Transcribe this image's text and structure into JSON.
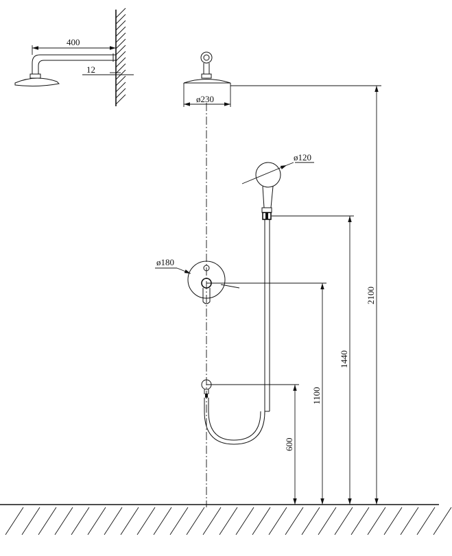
{
  "colors": {
    "ink": "#111111",
    "background": "#ffffff"
  },
  "dimensions": {
    "arm_length": "400",
    "arm_offset": "12",
    "head_diameter": "ø230",
    "hand_diameter": "ø120",
    "plate_diameter": "ø180",
    "height_head": "2100",
    "height_rail_top": "1440",
    "height_valve": "1100",
    "height_outlet": "600"
  }
}
